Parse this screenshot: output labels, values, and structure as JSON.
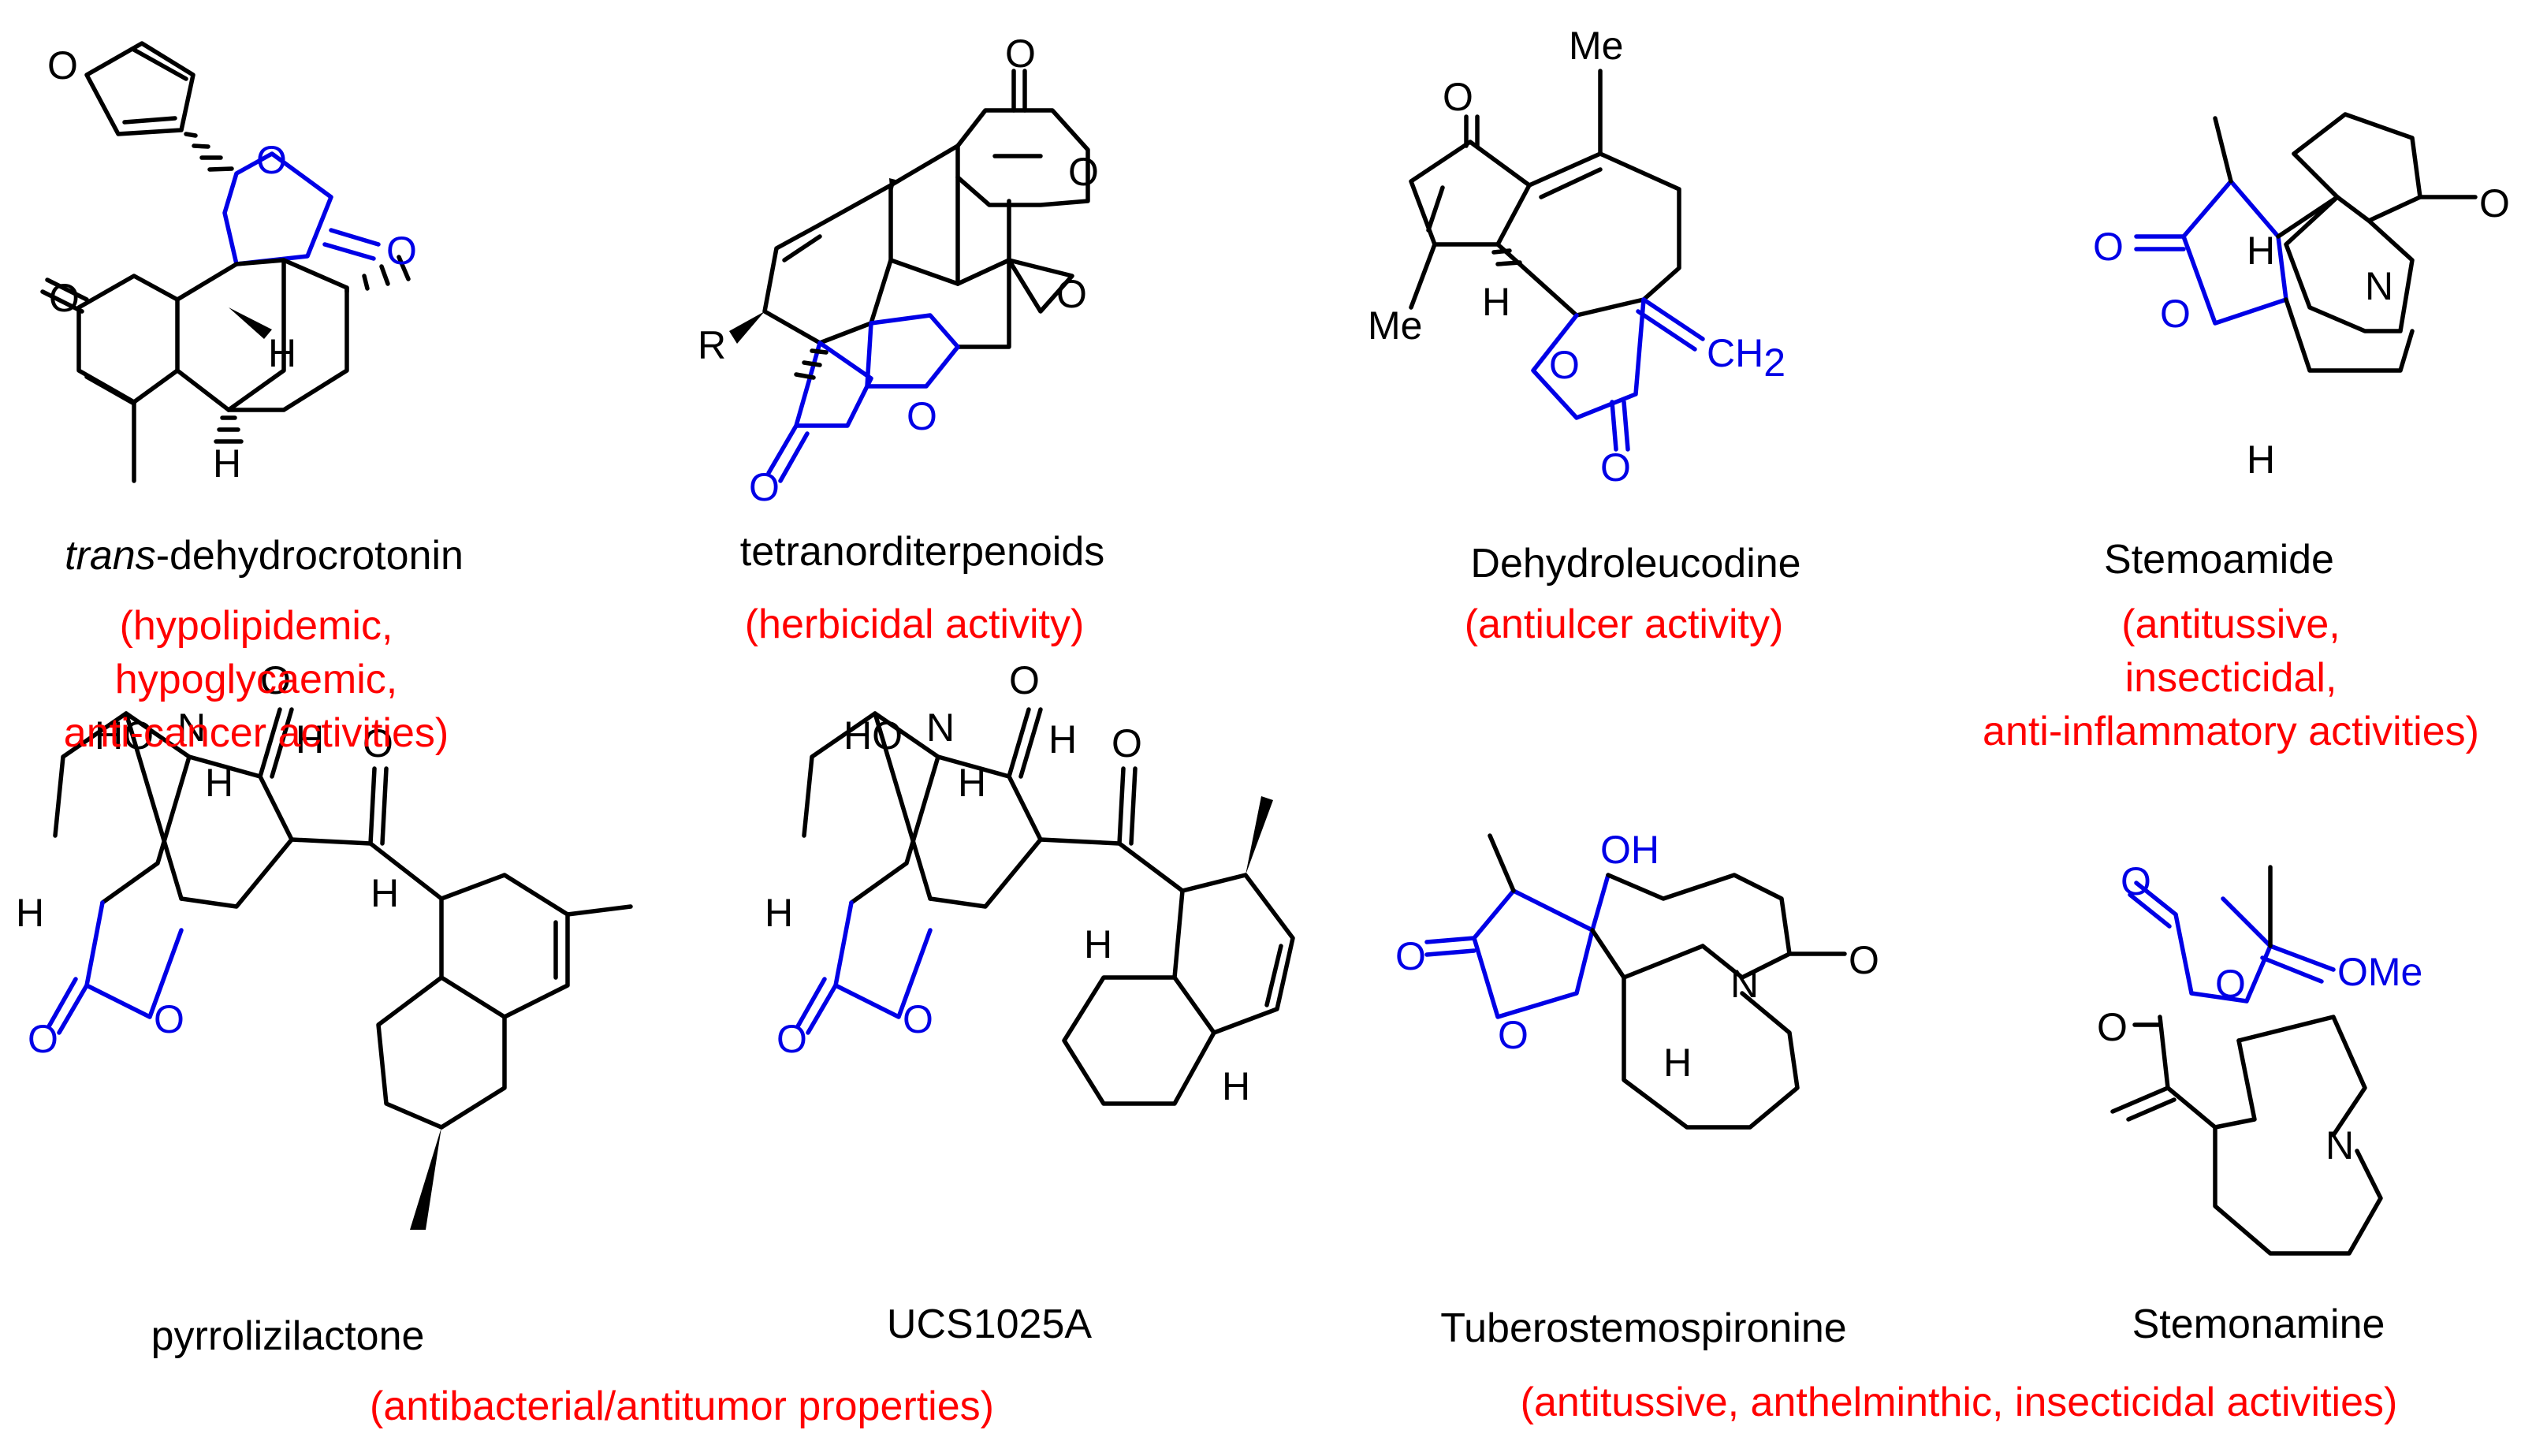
{
  "colors": {
    "activity": "#ff0000",
    "highlight": "#0000e6",
    "structure": "#000000"
  },
  "atoms": {
    "O": "O",
    "H": "H",
    "N": "N",
    "R": "R",
    "Me": "Me",
    "OH": "OH",
    "HO": "HO",
    "OMe": "OMe",
    "CH": "CH",
    "two": "2"
  },
  "compounds": [
    {
      "prefix": "trans",
      "name": "-dehydrocrotonin",
      "activity": [
        "(hypolipidemic,",
        "hypoglycaemic,",
        "anti-cancer activities)"
      ]
    },
    {
      "name": "tetranorditerpenoids",
      "activity": [
        "(herbicidal activity)"
      ]
    },
    {
      "name": "Dehydroleucodine",
      "activity": [
        "(antiulcer activity)"
      ]
    },
    {
      "name": "Stemoamide",
      "activity": [
        "(antitussive,",
        "insecticidal,",
        "anti-inflammatory activities)"
      ]
    },
    {
      "name": "pyrrolizilactone"
    },
    {
      "name": "UCS1025A"
    },
    {
      "name": "Tuberostemospironine"
    },
    {
      "name": "Stemonamine"
    }
  ],
  "shared_activities": [
    {
      "for": [
        "pyrrolizilactone",
        "UCS1025A"
      ],
      "text": "(antibacterial/antitumor properties)"
    },
    {
      "for": [
        "Tuberostemospironine",
        "Stemonamine"
      ],
      "text": "(antitussive, anthelminthic, insecticidal activities)"
    }
  ]
}
